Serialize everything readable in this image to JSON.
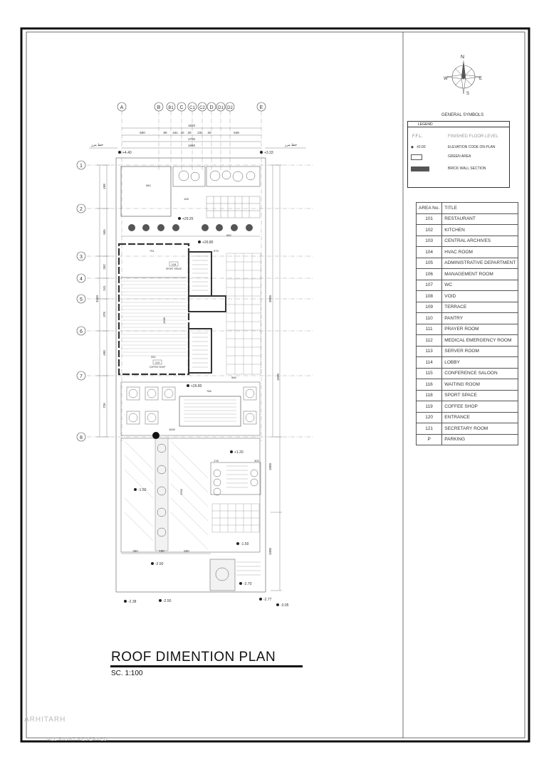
{
  "drawing": {
    "title": "ROOF DIMENTION  PLAN",
    "scale": "SC. 1:100"
  },
  "grid": {
    "columns": [
      "A",
      "B",
      "B1",
      "C",
      "C1",
      "C2",
      "D",
      "D1",
      "D2",
      "E"
    ],
    "rows": [
      "1",
      "2",
      "3",
      "4",
      "5",
      "6",
      "7",
      "8"
    ]
  },
  "dimensions": {
    "top_overall": [
      "1820",
      "1700",
      "1660"
    ],
    "top_segments": [
      "500",
      "90",
      "161",
      "20",
      "20",
      "231",
      "20",
      "548"
    ],
    "left_side": [
      "498",
      "565",
      "262",
      "241",
      "378",
      "498",
      "726"
    ],
    "left_total": "3160",
    "right_total_top": "3000",
    "right_total_mid": "1500",
    "right_bottom": [
      "1000",
      "1000"
    ],
    "bottom_segments": [
      "350",
      "150",
      "500"
    ],
    "misc": [
      "560",
      "610",
      "108",
      "579",
      "680",
      "751",
      "370",
      "1588",
      "251",
      "566",
      "768",
      "1600",
      "1280",
      "304",
      "300",
      "178",
      "130",
      "100",
      "410",
      "20",
      "20",
      "180",
      "90",
      "486"
    ]
  },
  "levels": [
    "+4.40",
    "+3.33",
    "+29.25",
    "+26.80",
    "+26.80",
    "+1.20",
    "-1.50",
    "-1.50",
    "-2.50",
    "-2.70",
    "-2.38",
    "-2.50",
    "-2.77",
    "-3.05"
  ],
  "room_tags": [
    {
      "code": "118",
      "label": "SPORT SPACE"
    },
    {
      "code": "119",
      "label": "COFFEE SHOP"
    }
  ],
  "persian_notes": [
    "خط مرز",
    "خط مرز"
  ],
  "north_arrow": {
    "letters": [
      "N",
      "W",
      "E",
      "S"
    ],
    "icon": "compass-rose-icon"
  },
  "legend": {
    "section_title": "GENERAL SYMBOLS",
    "header": "LEGEND",
    "ffl_symbol": "F.F.L.",
    "ffl_label": "FINISHED FLOOR LEVEL",
    "elev_value": "±0.00",
    "elev_label": "ELEVATION CODE ON PLAN",
    "green_label": "GREEN AREA",
    "brick_label": "BRICK WALL SECTION"
  },
  "area_table": {
    "headers": [
      "AREA No.",
      "TITLE"
    ],
    "rows": [
      [
        "101",
        "RESTAURANT"
      ],
      [
        "102",
        "KITCHEN"
      ],
      [
        "103",
        "CENTRAL ARCHIVES"
      ],
      [
        "104",
        "HVAC ROOM"
      ],
      [
        "105",
        "ADMINISTRATIVE DEPARTMENT"
      ],
      [
        "106",
        "MANAGEMENT ROOM"
      ],
      [
        "107",
        "WC"
      ],
      [
        "108",
        "VOID"
      ],
      [
        "109",
        "TERRACE"
      ],
      [
        "110",
        "PANTRY"
      ],
      [
        "111",
        "PRAYER ROOM"
      ],
      [
        "112",
        "MEDICAL EMERGENCY ROOM"
      ],
      [
        "113",
        "SERVER ROOM"
      ],
      [
        "114",
        "LOBBY"
      ],
      [
        "115",
        "CONFERENCE SALOON"
      ],
      [
        "116",
        "WAITING ROOM"
      ],
      [
        "118",
        "SPORT SPACE"
      ],
      [
        "119",
        "COFFEE SHOP"
      ],
      [
        "120",
        "ENTRANCE"
      ],
      [
        "121",
        "SECRETARY ROOM"
      ],
      [
        "P",
        "PARKING"
      ]
    ]
  },
  "watermark": {
    "brand": "ARHITARH",
    "rights": "ALL RIGHT RESERVED"
  }
}
